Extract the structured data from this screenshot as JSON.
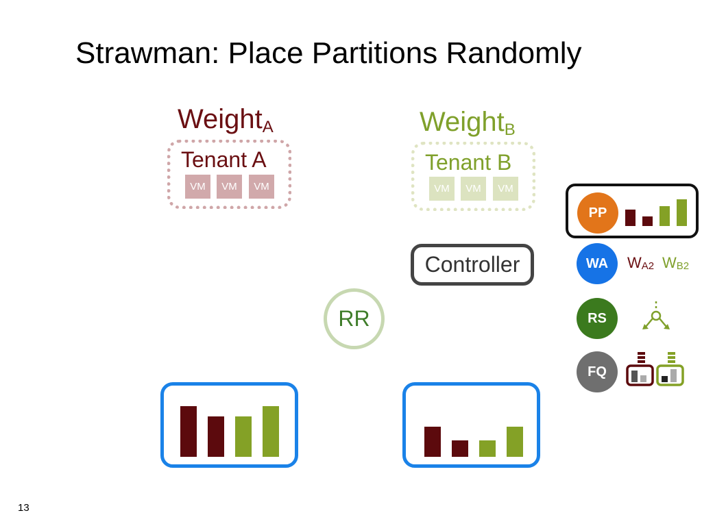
{
  "title": "Strawman: Place Partitions Randomly",
  "tenant_a": {
    "weight_label": "Weight",
    "weight_sub": "A",
    "name": "Tenant A",
    "vms": [
      "VM",
      "VM",
      "VM"
    ]
  },
  "tenant_b": {
    "weight_label": "Weight",
    "weight_sub": "B",
    "name": "Tenant B",
    "vms": [
      "VM",
      "VM",
      "VM"
    ]
  },
  "controller_label": "Controller",
  "rr_label": "RR",
  "servers": [
    {
      "bars": [
        {
          "tenant": "A",
          "value": 74
        },
        {
          "tenant": "A",
          "value": 59
        },
        {
          "tenant": "B",
          "value": 59
        },
        {
          "tenant": "B",
          "value": 74
        }
      ]
    },
    {
      "bars": [
        {
          "tenant": "A",
          "value": 44
        },
        {
          "tenant": "A",
          "value": 24
        },
        {
          "tenant": "B",
          "value": 24
        },
        {
          "tenant": "B",
          "value": 44
        }
      ]
    }
  ],
  "legend": {
    "pp": {
      "label": "PP",
      "color": "#e2751a",
      "bars": [
        {
          "tenant": "A",
          "value": 24
        },
        {
          "tenant": "A",
          "value": 14
        },
        {
          "tenant": "B",
          "value": 29
        },
        {
          "tenant": "B",
          "value": 39
        }
      ]
    },
    "wa": {
      "label": "WA",
      "color": "#1673e6",
      "w": "W",
      "sub_a": "A2",
      "sub_b": "B2"
    },
    "rs": {
      "label": "RS",
      "color": "#3b7a1e",
      "icon": "replica-selection-icon"
    },
    "fq": {
      "label": "FQ",
      "color": "#6f6f6f",
      "icon": "fair-queue-icon"
    }
  },
  "colors": {
    "tenant_a": "#5c0a0d",
    "tenant_b": "#84a126",
    "server_border": "#1a82e8"
  },
  "page_number": "13"
}
